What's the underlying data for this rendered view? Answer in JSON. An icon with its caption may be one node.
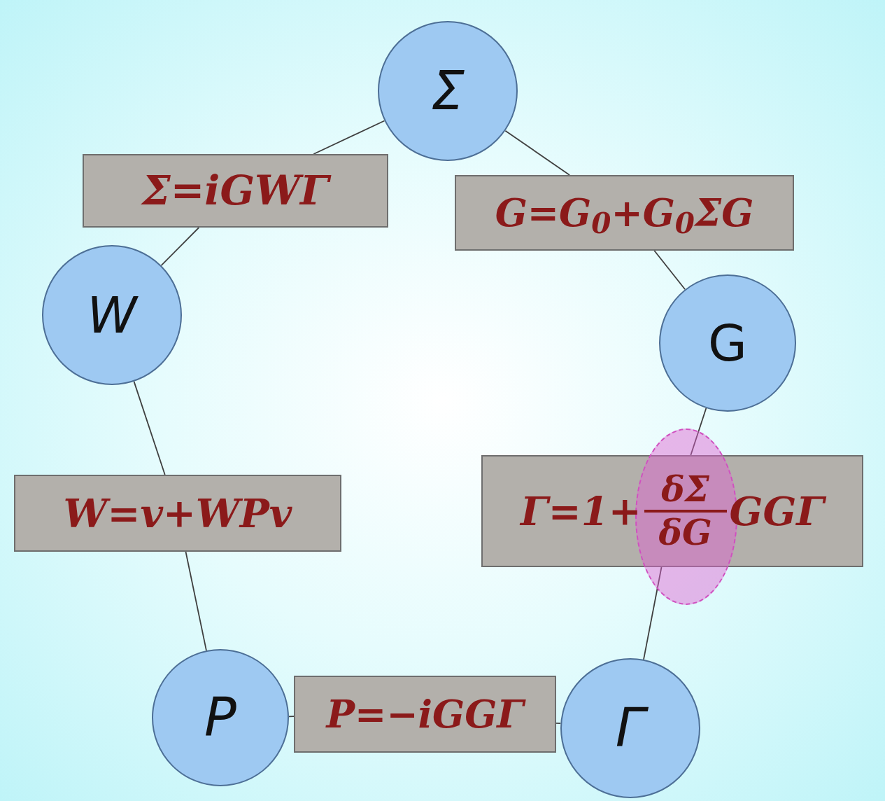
{
  "diagram": {
    "nodes": [
      {
        "text": [
          "Σ"
        ]
      },
      {
        "text": [
          "Σ=iGWΓ"
        ]
      },
      {
        "text": [
          "G=G$_{0}$+G$_{0}$ΣG"
        ]
      },
      {
        "text": [
          "W"
        ]
      },
      {
        "text": [
          "G"
        ]
      },
      {
        "text": [
          "W=v+WPv"
        ]
      },
      {
        "text": [
          "Γ=1+",
          "δΣ",
          "δG",
          "GGΓ"
        ]
      },
      {
        "text": [
          "P"
        ]
      },
      {
        "text": [
          "P=−iGGΓ"
        ]
      },
      {
        "text": [
          "Γ"
        ]
      }
    ],
    "edges": [
      {
        "from": 0,
        "to": 1,
        "arrow": "none"
      },
      {
        "from": 1,
        "to": 3,
        "arrow": "none"
      },
      {
        "from": 0,
        "to": 2,
        "arrow": "none"
      },
      {
        "from": 2,
        "to": 4,
        "arrow": "none"
      },
      {
        "from": 3,
        "to": 5,
        "arrow": "none"
      },
      {
        "from": 5,
        "to": 7,
        "arrow": "none"
      },
      {
        "from": 4,
        "to": 6,
        "arrow": "none"
      },
      {
        "from": 6,
        "to": 9,
        "arrow": "none"
      },
      {
        "from": 7,
        "to": 8,
        "arrow": "none"
      },
      {
        "from": 8,
        "to": 9,
        "arrow": "none"
      }
    ]
  }
}
